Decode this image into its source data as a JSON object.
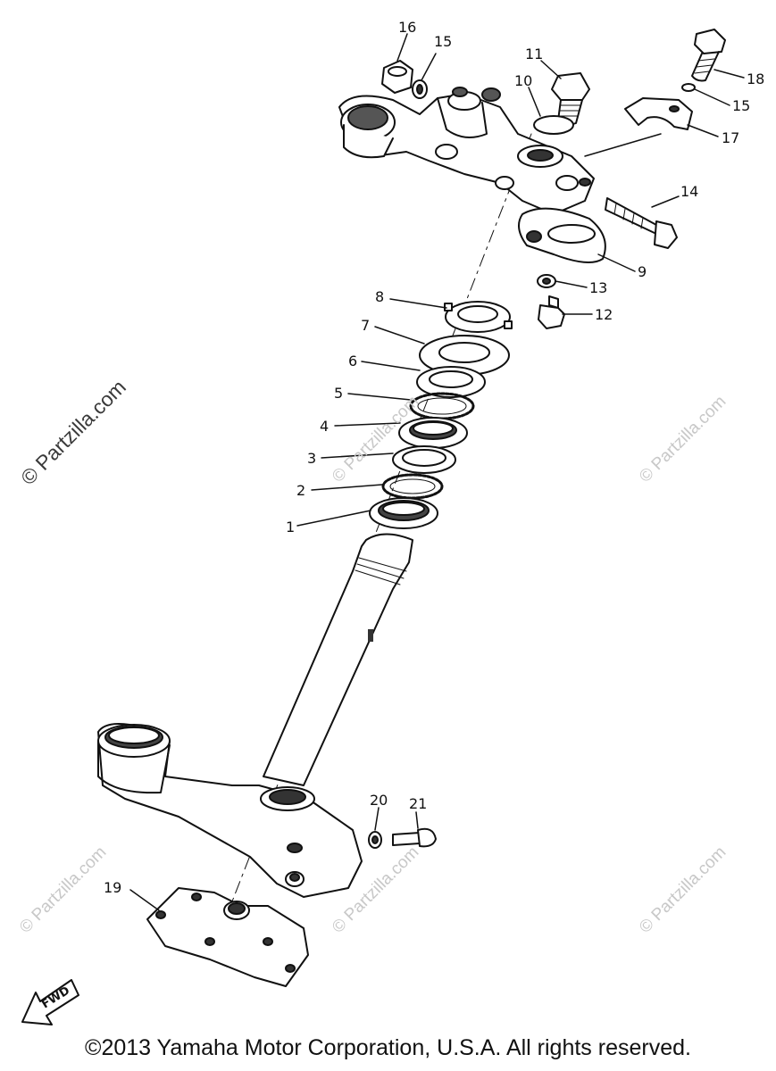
{
  "watermark": {
    "text": "© Partzilla.com",
    "positions": [
      {
        "id": "wm-left"
      },
      {
        "id": "wm-mid"
      },
      {
        "id": "wm-right"
      },
      {
        "id": "wm-bl"
      },
      {
        "id": "wm-bm"
      },
      {
        "id": "wm-br"
      }
    ]
  },
  "parts": [
    {
      "id": "1",
      "label": "1"
    },
    {
      "id": "2",
      "label": "2"
    },
    {
      "id": "3",
      "label": "3"
    },
    {
      "id": "4",
      "label": "4"
    },
    {
      "id": "5",
      "label": "5"
    },
    {
      "id": "6",
      "label": "6"
    },
    {
      "id": "7",
      "label": "7"
    },
    {
      "id": "8",
      "label": "8"
    },
    {
      "id": "9",
      "label": "9"
    },
    {
      "id": "10",
      "label": "10"
    },
    {
      "id": "11",
      "label": "11"
    },
    {
      "id": "12",
      "label": "12"
    },
    {
      "id": "13",
      "label": "13"
    },
    {
      "id": "14",
      "label": "14"
    },
    {
      "id": "15a",
      "label": "15"
    },
    {
      "id": "15b",
      "label": "15"
    },
    {
      "id": "16",
      "label": "16"
    },
    {
      "id": "17",
      "label": "17"
    },
    {
      "id": "18",
      "label": "18"
    },
    {
      "id": "19",
      "label": "19"
    },
    {
      "id": "20",
      "label": "20"
    },
    {
      "id": "21",
      "label": "21"
    }
  ],
  "fwd_label": "FWD",
  "copyright": "©2013 Yamaha Motor Corporation, U.S.A. All rights reserved."
}
